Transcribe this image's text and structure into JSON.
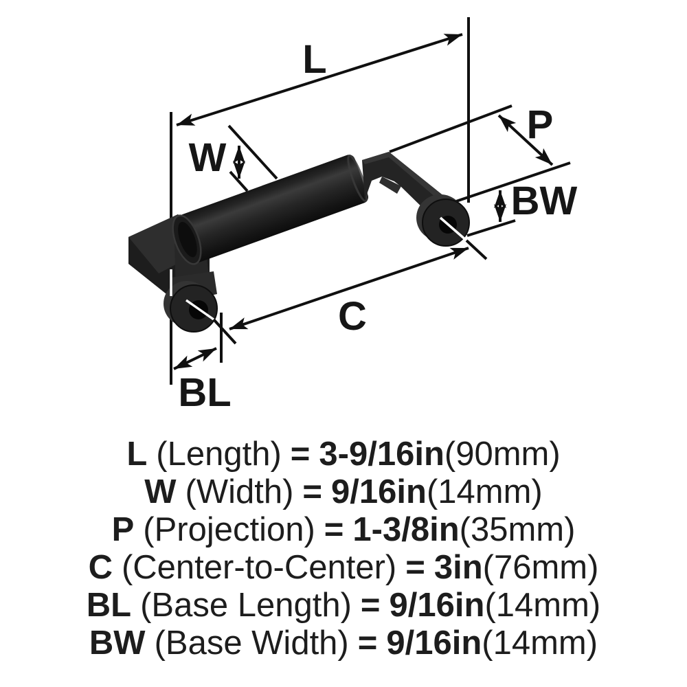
{
  "diagram": {
    "title": "cabinet bar pull dimension diagram",
    "labels": {
      "length": "L",
      "width": "W",
      "projection": "P",
      "base_width": "BW",
      "center_to_center": "C",
      "base_length": "BL"
    }
  },
  "specs": [
    {
      "key": "L",
      "name": "(Length)",
      "eq": "=",
      "value": "3-9/16in",
      "metric": "(90mm)"
    },
    {
      "key": "W",
      "name": "(Width)",
      "eq": "=",
      "value": "9/16in",
      "metric": "(14mm)"
    },
    {
      "key": "P",
      "name": "(Projection)",
      "eq": "=",
      "value": "1-3/8in",
      "metric": "(35mm)"
    },
    {
      "key": "C",
      "name": "(Center-to-Center)",
      "eq": "=",
      "value": "3in",
      "metric": "(76mm)"
    },
    {
      "key": "BL",
      "name": "(Base Length)",
      "eq": "=",
      "value": "9/16in",
      "metric": "(14mm)"
    },
    {
      "key": "BW",
      "name": "(Base Width)",
      "eq": "=",
      "value": "9/16in",
      "metric": "(14mm)"
    }
  ],
  "colors": {
    "background": "#ffffff",
    "ink": "#101010",
    "text": "#1d1d1d",
    "product_black": "#232323"
  }
}
